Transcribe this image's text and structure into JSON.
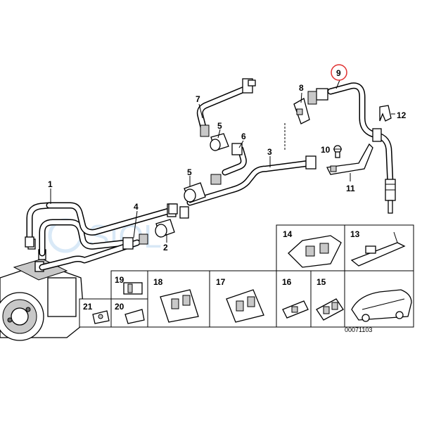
{
  "labels": {
    "p1": "1",
    "p2": "2",
    "p3": "3",
    "p4": "4",
    "p5a": "5",
    "p5b": "5",
    "p6": "6",
    "p7": "7",
    "p8": "8",
    "p9": "9",
    "p10": "10",
    "p11": "11",
    "p12": "12",
    "p13": "13",
    "p14": "14",
    "p15": "15",
    "p16": "16",
    "p17": "17",
    "p18": "18",
    "p19": "19",
    "p20": "20",
    "p21": "21"
  },
  "diagram_code": "00071103",
  "watermark": "SIOL",
  "highlight_color": "#e03030"
}
